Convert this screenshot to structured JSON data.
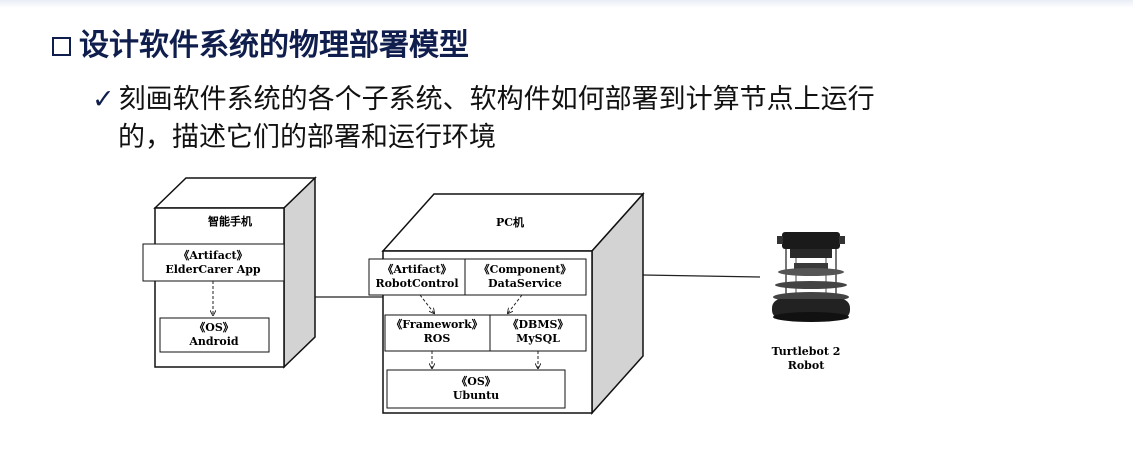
{
  "slide": {
    "title": "设计软件系统的物理部署模型",
    "bullet": {
      "check": "✓",
      "line1": "刻画软件系统的各个子系统、软构件如何部署到计算节点上运行",
      "line2": "的，描述它们的部署和运行环境"
    }
  },
  "diagram": {
    "phone": {
      "name": "智能手机",
      "artifact": {
        "stereo": "《Artifact》",
        "name": "ElderCarer App"
      },
      "os": {
        "stereo": "《OS》",
        "name": "Android"
      }
    },
    "pc": {
      "name": "PC机",
      "artifact": {
        "stereo": "《Artifact》",
        "name": "RobotControl"
      },
      "component": {
        "stereo": "《Component》",
        "name": "DataService"
      },
      "framework": {
        "stereo": "《Framework》",
        "name": "ROS"
      },
      "dbms": {
        "stereo": "《DBMS》",
        "name": "MySQL"
      },
      "os": {
        "stereo": "《OS》",
        "name": "Ubuntu"
      }
    },
    "robot": {
      "line1": "Turtlebot 2",
      "line2": "Robot"
    }
  }
}
